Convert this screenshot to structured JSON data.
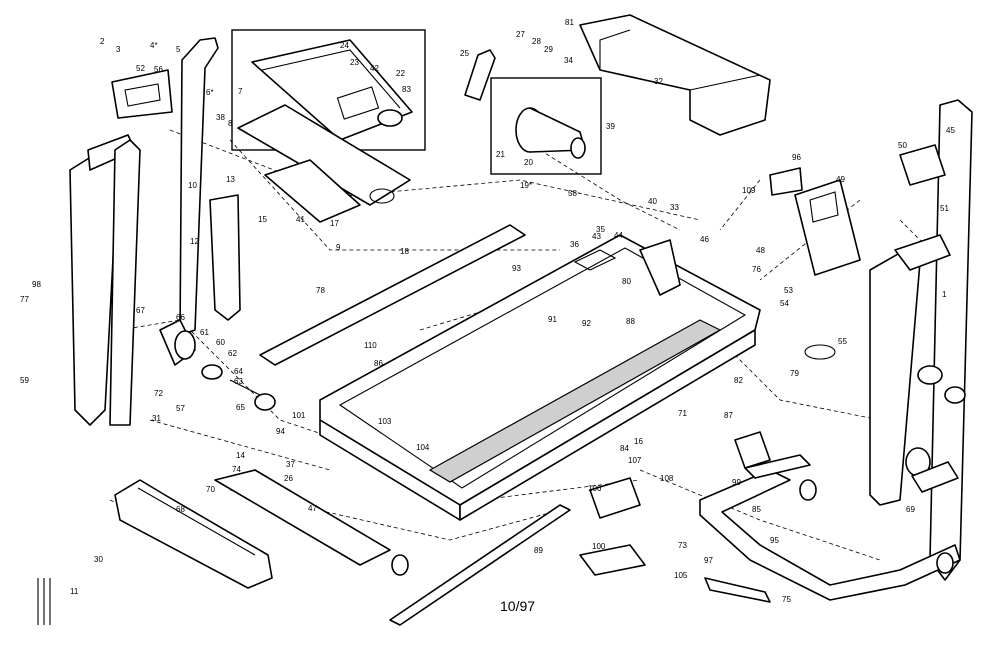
{
  "diagram": {
    "caption": "10/97",
    "callouts": [
      {
        "text": "2"
      },
      {
        "text": "3"
      },
      {
        "text": "4*"
      },
      {
        "text": "5"
      },
      {
        "text": "6*"
      },
      {
        "text": "7"
      },
      {
        "text": "52"
      },
      {
        "text": "56"
      },
      {
        "text": "24"
      },
      {
        "text": "23"
      },
      {
        "text": "42"
      },
      {
        "text": "22"
      },
      {
        "text": "83"
      },
      {
        "text": "38"
      },
      {
        "text": "8"
      },
      {
        "text": "10"
      },
      {
        "text": "13"
      },
      {
        "text": "15"
      },
      {
        "text": "41"
      },
      {
        "text": "17"
      },
      {
        "text": "9"
      },
      {
        "text": "18"
      },
      {
        "text": "12"
      },
      {
        "text": "25"
      },
      {
        "text": "27"
      },
      {
        "text": "28"
      },
      {
        "text": "29"
      },
      {
        "text": "34"
      },
      {
        "text": "81"
      },
      {
        "text": "32"
      },
      {
        "text": "39"
      },
      {
        "text": "21"
      },
      {
        "text": "20"
      },
      {
        "text": "19*"
      },
      {
        "text": "58"
      },
      {
        "text": "40"
      },
      {
        "text": "33"
      },
      {
        "text": "35"
      },
      {
        "text": "43"
      },
      {
        "text": "36"
      },
      {
        "text": "46"
      },
      {
        "text": "44"
      },
      {
        "text": "80"
      },
      {
        "text": "91"
      },
      {
        "text": "93"
      },
      {
        "text": "78"
      },
      {
        "text": "88"
      },
      {
        "text": "67"
      },
      {
        "text": "66"
      },
      {
        "text": "61"
      },
      {
        "text": "60"
      },
      {
        "text": "62"
      },
      {
        "text": "64"
      },
      {
        "text": "63"
      },
      {
        "text": "65"
      },
      {
        "text": "59"
      },
      {
        "text": "57"
      },
      {
        "text": "72"
      },
      {
        "text": "31"
      },
      {
        "text": "77"
      },
      {
        "text": "98"
      },
      {
        "text": "86"
      },
      {
        "text": "110"
      },
      {
        "text": "92"
      },
      {
        "text": "79"
      },
      {
        "text": "82"
      },
      {
        "text": "76"
      },
      {
        "text": "54"
      },
      {
        "text": "53"
      },
      {
        "text": "55"
      },
      {
        "text": "96"
      },
      {
        "text": "109"
      },
      {
        "text": "49"
      },
      {
        "text": "48"
      },
      {
        "text": "50"
      },
      {
        "text": "45"
      },
      {
        "text": "51"
      },
      {
        "text": "1"
      },
      {
        "text": "101"
      },
      {
        "text": "103"
      },
      {
        "text": "104"
      },
      {
        "text": "16"
      },
      {
        "text": "71"
      },
      {
        "text": "87"
      },
      {
        "text": "84"
      },
      {
        "text": "37"
      },
      {
        "text": "26"
      },
      {
        "text": "14"
      },
      {
        "text": "74"
      },
      {
        "text": "70"
      },
      {
        "text": "47"
      },
      {
        "text": "68"
      },
      {
        "text": "30"
      },
      {
        "text": "11"
      },
      {
        "text": "107"
      },
      {
        "text": "108"
      },
      {
        "text": "106"
      },
      {
        "text": "89"
      },
      {
        "text": "100"
      },
      {
        "text": "73"
      },
      {
        "text": "105"
      },
      {
        "text": "97"
      },
      {
        "text": "95"
      },
      {
        "text": "99"
      },
      {
        "text": "85"
      },
      {
        "text": "69"
      },
      {
        "text": "75"
      },
      {
        "text": "94"
      }
    ]
  }
}
